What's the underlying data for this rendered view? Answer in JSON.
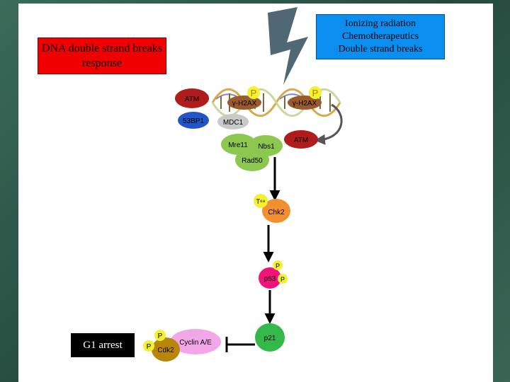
{
  "title": "DNA double strand breaks response",
  "stimuli": {
    "line1": "Ionizing radiation",
    "line2": "Chemotherapeutics",
    "line3": "Double strand breaks"
  },
  "nodes": {
    "atm_left": "ATM",
    "bp1": "53BP1",
    "h2ax_1": "γ-H2AX",
    "h2ax_2": "γ-H2AX",
    "p_dna_1": "P",
    "p_dna_2": "P",
    "mdc1": "MDC1",
    "atm_right": "ATM",
    "mre11": "Mre11",
    "nbs1": "Nbs1",
    "rad50": "Rad50",
    "t68": "T⁶⁸",
    "chk2": "Chk2",
    "p53": "p53",
    "p53_p_top": "P",
    "p53_p_right": "P",
    "p21": "p21",
    "cyclin": "Cyclin A/E",
    "cdk2": "Cdk2",
    "cdk2_p_top": "P",
    "cdk2_p_left": "P",
    "g1_arrest": "G1 arrest"
  },
  "colors": {
    "title_box": "#f00000",
    "stimuli_box": "#0a8ff0",
    "atm": "#b01c1c",
    "bp1": "#2255c8",
    "h2ax": "#9b5a2a",
    "mdc1": "#c9c9c9",
    "mrn": "#8cc850",
    "chk2": "#f29030",
    "phospho": "#f2f230",
    "p53": "#f0147a",
    "p21": "#33b84a",
    "cyclin": "#f2a8e8",
    "cdk2": "#b8860b"
  }
}
